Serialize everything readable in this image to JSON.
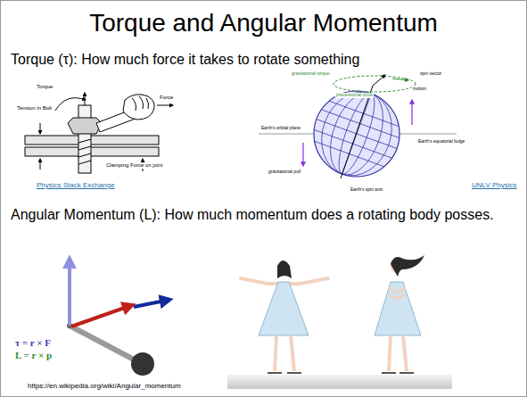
{
  "diagram": {
    "title": "Torque and Angular Momentum",
    "labels": [
      "Torque (τ): How much force it takes to rotate something",
      "Torque",
      "Tension in Bolt",
      "Force",
      "Clamping Force on joint",
      "Physics Stack Exchange",
      "gravitational torque",
      "spin vector",
      "motion",
      "precessional circle",
      "Earth's orbital plane",
      "Earth's equatorial bulge",
      "gravitational pull",
      "Earth's spin axis",
      "UNLV Physics",
      "Angular Momentum (L): How much momentum does a rotating body posses.",
      "τ = r × F",
      "L = r × p",
      "https://en.wikipedia.org/wiki/Angular_momentum"
    ]
  }
}
